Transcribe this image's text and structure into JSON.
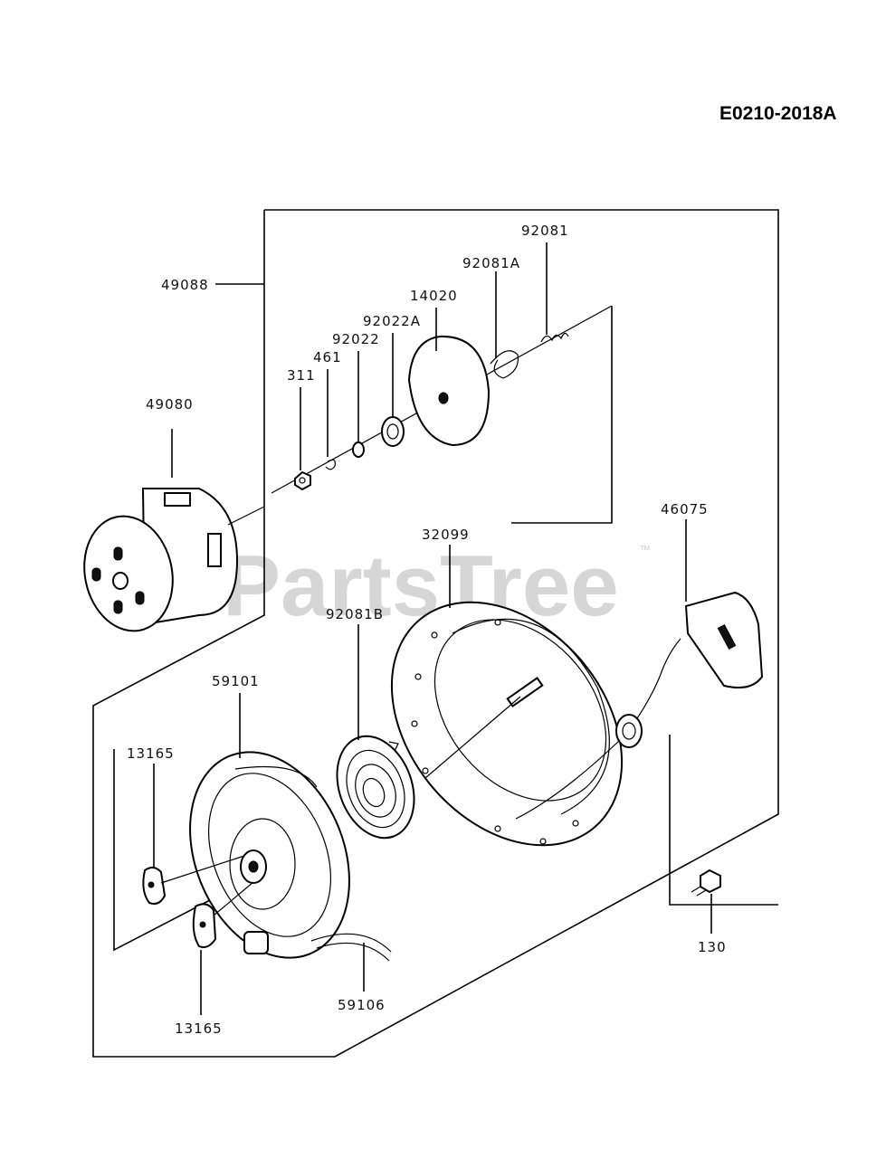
{
  "diagram_code": "E0210-2018A",
  "watermark": {
    "text": "PartsTree",
    "trademark": "™"
  },
  "part_labels": {
    "p49088": "49088",
    "p49080": "49080",
    "p92081": "92081",
    "p92081a": "92081A",
    "p14020": "14020",
    "p92022a": "92022A",
    "p92022": "92022",
    "p461": "461",
    "p311": "311",
    "p32099": "32099",
    "p46075": "46075",
    "p92081b": "92081B",
    "p59101": "59101",
    "p13165_top": "13165",
    "p13165_bottom": "13165",
    "p59106": "59106",
    "p130": "130"
  }
}
